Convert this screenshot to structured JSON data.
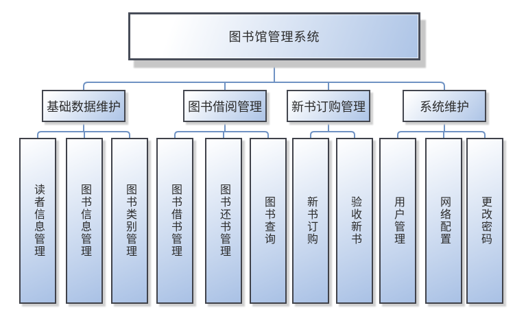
{
  "diagram": {
    "root": {
      "label": "图书馆管理系统"
    },
    "branches": [
      {
        "label": "基础数据维护",
        "children": [
          {
            "label": "读者信息管理"
          },
          {
            "label": "图书信息管理"
          },
          {
            "label": "图书类别管理"
          }
        ]
      },
      {
        "label": "图书借阅管理",
        "children": [
          {
            "label": "图书借书管理"
          },
          {
            "label": "图书还书管理"
          },
          {
            "label": "图书查询"
          }
        ]
      },
      {
        "label": "新书订购管理",
        "children": [
          {
            "label": "新书订购"
          },
          {
            "label": "验收新书"
          }
        ]
      },
      {
        "label": "系统维护",
        "children": [
          {
            "label": "用户管理"
          },
          {
            "label": "网络配置"
          },
          {
            "label": "更改密码"
          }
        ]
      }
    ],
    "colors": {
      "connector": "#6f92c3",
      "box_border": "#43464e",
      "box_fill_light": "#ffffff",
      "box_fill_blue": "#adc4e6",
      "shadow": "#c9c9c9",
      "text": "#2b2b2b",
      "background": "#ffffff"
    }
  }
}
